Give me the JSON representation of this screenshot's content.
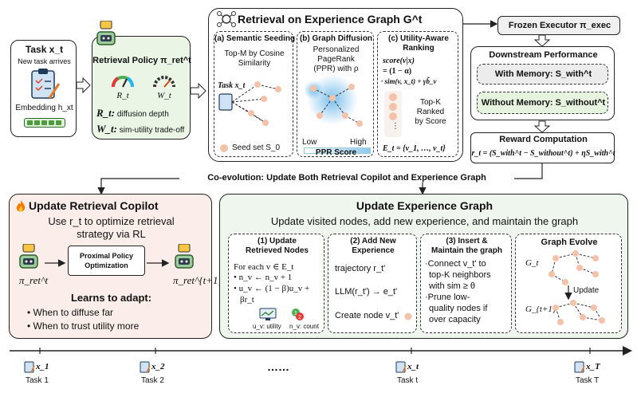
{
  "task_box": {
    "title": "Task x_t",
    "arrives": "New task arrives",
    "embedding": "Embedding h_xt"
  },
  "policy_box": {
    "title": "Retrieval Policy π_ret^t",
    "r_label": "R_t",
    "w_label": "W_t",
    "r_desc_sym": "R_t:",
    "r_desc": "diffusion depth",
    "w_desc_sym": "W_t:",
    "w_desc": "sim-utility trade-off"
  },
  "retrieval": {
    "title": "Retrieval on Experience Graph G^t",
    "seeding": {
      "title": "(a) Semantic Seeding",
      "desc1": "Top-M by Cosine",
      "desc2": "Similarity",
      "task": "Task x_t",
      "seed": "Seed set S_0"
    },
    "diffusion": {
      "title": "(b) Graph Diffusion",
      "desc1": "Personalized",
      "desc2": "PageRank",
      "desc3": "(PPR) with ρ",
      "low": "Low",
      "high": "High",
      "score": "PPR Score"
    },
    "ranking": {
      "title": "(c) Utility-Aware",
      "title2": "Ranking",
      "f1": "score(v|x)",
      "f2": "= (1 − α)",
      "f3": "· sim(v, x_t) + γb̃_v",
      "topk1": "Top-K",
      "topk2": "Ranked",
      "topk3": "by Score",
      "et": "E_t = {v_1, …, v_t}"
    }
  },
  "executor": {
    "label": "Frozen Executor π_exec"
  },
  "downstream": {
    "title": "Downstream Performance",
    "with": "With Memory: S_with^t",
    "without": "Without Memory: S_without^t"
  },
  "reward": {
    "title": "Reward Computation",
    "formula": "r_t = (S_with^t − S_without^t) + ηS_with^t"
  },
  "coevo": {
    "label": "Co-evolution: Update Both Retrieval Copilot and Experience Graph"
  },
  "copilot": {
    "title": "Update Retrieval Copilot",
    "desc1": "Use r_t to optimize retrieval",
    "desc2": "strategy via RL",
    "ppo1": "Proximal Policy",
    "ppo2": "Optimization",
    "pi_t": "π_ret^t",
    "pi_t1": "π_ret^{t+1}",
    "learns": "Learns to adapt:",
    "b1": "When to diffuse far",
    "b2": "When to trust utility more"
  },
  "expgraph": {
    "title": "Update Experience Graph",
    "subtitle": "Update visited nodes, add new experience, and maintain the graph",
    "p1": {
      "t1": "(1) Update",
      "t2": "Retrieved Nodes",
      "l1": "For each v ∈ E_t",
      "l2": "• n_v ← n_v + 1",
      "l3": "• u_v ← (1 − β)u_v +",
      "l4": "βr_t",
      "util": "u_v: utility",
      "count": "n_v: count"
    },
    "p2": {
      "t1": "(2) Add New",
      "t2": "Experience",
      "l1": "trajectory r_t'",
      "l2": "LLM(r_t') → e_t'",
      "l3": "Create node v_t'"
    },
    "p3": {
      "t1": "(3) Insert &",
      "t2": "Maintain the graph",
      "l1": "·Connect v_t' to",
      "l2": "top-K neighbors",
      "l3": "with sim ≥ θ",
      "l4": "·Prune low-",
      "l5": "quality nodes if",
      "l6": "over capacity"
    },
    "p4": {
      "title": "Graph Evolve",
      "gt": "G_t",
      "update": "Update",
      "gt1": "G_{t+1}"
    }
  },
  "timeline": {
    "tasks": [
      {
        "sym": "x_1",
        "label": "Task 1"
      },
      {
        "sym": "x_2",
        "label": "Task 2"
      },
      {
        "sym": "x_t",
        "label": "Task t"
      },
      {
        "sym": "x_T",
        "label": "Task T"
      }
    ],
    "ellipsis": "……"
  },
  "colors": {
    "policy_bg": "#eaf5e6",
    "copilot_bg": "#fbeeea",
    "expgraph_bg": "#eef6ee",
    "with_bg": "#ececec",
    "without_bg": "#e6f3df",
    "node": "#f4c2a8",
    "node_stroke": "#e9a07e",
    "diffusion_blue": "#8ec8ef"
  }
}
